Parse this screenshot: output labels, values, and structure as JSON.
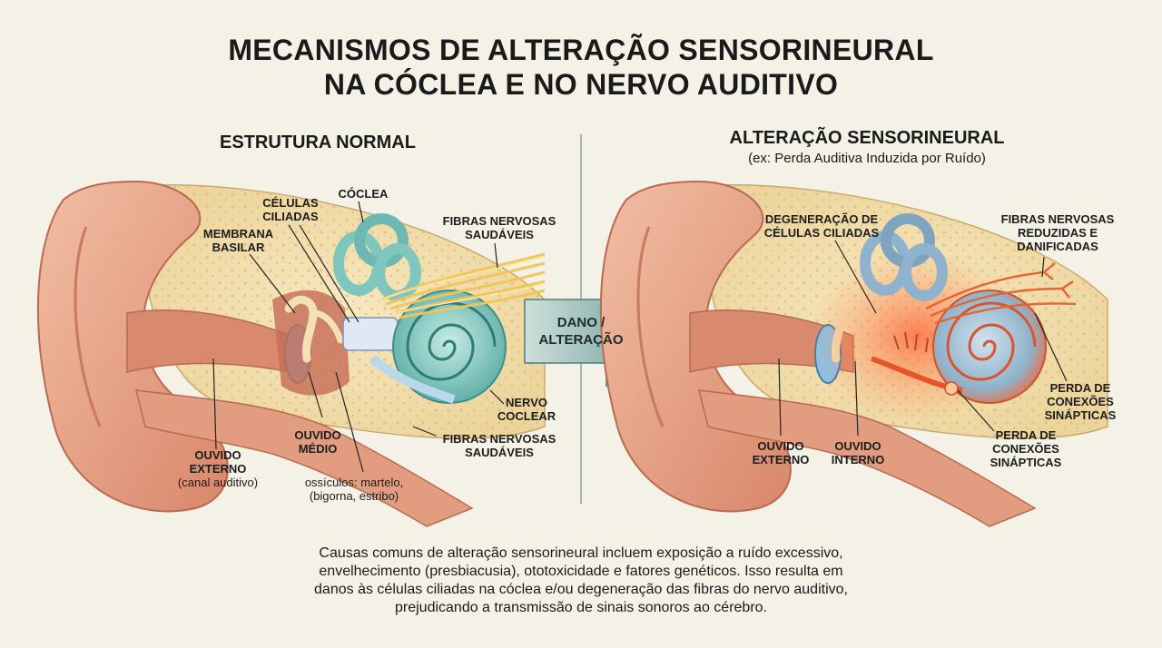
{
  "title": {
    "line1": "MECANISMOS DE ALTERAÇÃO SENSORINEURAL",
    "line2": "NA CÓCLEA E NO NERVO AUDITIVO"
  },
  "left_panel": {
    "heading": "ESTRUTURA NORMAL",
    "labels": {
      "celulas_ciliadas": [
        "CÉLULAS",
        "CILIADAS"
      ],
      "coclea": "CÓCLEA",
      "membrana_basilar": [
        "MEMBRANA",
        "BASILAR"
      ],
      "fibras_top": [
        "FIBRAS NERVOSAS",
        "SAUDÁVEIS"
      ],
      "nervo_coclear": [
        "NERVO",
        "COCLEAR"
      ],
      "fibras_bottom": [
        "FIBRAS NERVOSAS",
        "SAUDÁVEIS"
      ],
      "ouvido_medio": [
        "OUVIDO",
        "MÉDIO"
      ],
      "ouvido_externo": [
        "OUVIDO",
        "EXTERNO",
        "(canal auditivo)"
      ],
      "ossiculos": [
        "ossículos: martelo,",
        "(bigorna, estribo)"
      ]
    }
  },
  "arrow": {
    "line1": "DANO /",
    "line2": "ALTERAÇÃO"
  },
  "right_panel": {
    "heading": "ALTERAÇÃO SENSORINEURAL",
    "subheading": "(ex: Perda Auditiva Induzida por Ruído)",
    "labels": {
      "degeneracao": [
        "DEGENERAÇÃO DE",
        "CÉLULAS CILIADAS"
      ],
      "fibras_reduzidas": [
        "FIBRAS NERVOSAS",
        "REDUZIDAS E",
        "DANIFICADAS"
      ],
      "perda_right": [
        "PERDA DE",
        "CONEXÕES",
        "SINÁPTICAS"
      ],
      "perda_mid": [
        "PERDA DE",
        "CONEXÕES",
        "SINÁPTICAS"
      ],
      "ouvido_externo": [
        "OUVIDO",
        "EXTERNO"
      ],
      "ouvido_interno": [
        "OUVIDO",
        "INTERNO"
      ]
    }
  },
  "caption": {
    "line1": "Causas comuns de alteração sensorineural incluem exposição a ruído excessivo,",
    "line2": "envelhecimento (presbiacusia), ototoxicidade e fatores genéticos. Isso resulta em",
    "line3": "danos às células ciliadas na cóclea e/ou degeneração das fibras do nervo auditivo,",
    "line4": "prejudicando a transmissão de sinais sonoros ao cérebro."
  },
  "colors": {
    "background": "#f4f1e7",
    "skin": "#e8a98c",
    "bone": "#f1dca6",
    "cochlea": "#7fc6bf",
    "nerve": "#f2c45a",
    "damage": "#e8542a",
    "arrow": "#7fa8a4"
  }
}
